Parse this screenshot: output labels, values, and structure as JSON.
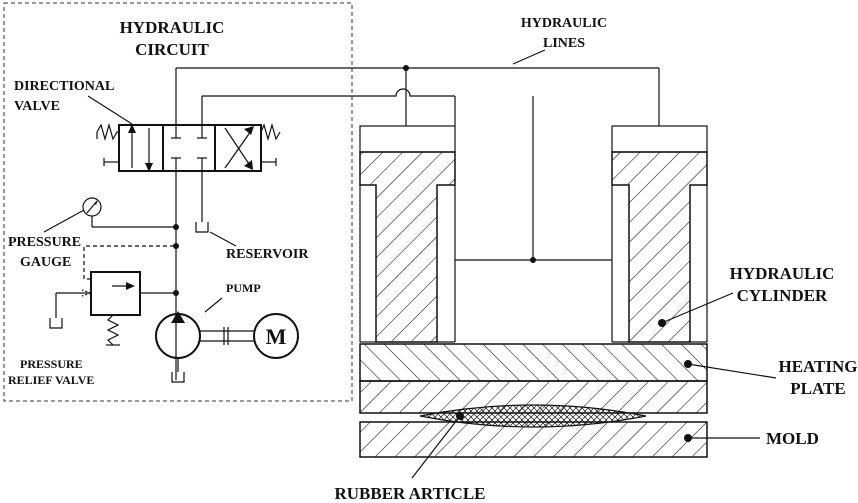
{
  "labels": {
    "hydraulic_circuit_1": "HYDRAULIC",
    "hydraulic_circuit_2": "CIRCUIT",
    "hydraulic_lines_1": "HYDRAULIC",
    "hydraulic_lines_2": "LINES",
    "directional_valve_1": "DIRECTIONAL",
    "directional_valve_2": "VALVE",
    "pressure_gauge_1": "PRESSURE",
    "pressure_gauge_2": "GAUGE",
    "reservoir": "RESERVOIR",
    "pump": "PUMP",
    "motor": "M",
    "pressure_relief_1": "PRESSURE",
    "pressure_relief_2": "RELIEF VALVE",
    "hydraulic_cylinder_1": "HYDRAULIC",
    "hydraulic_cylinder_2": "CYLINDER",
    "heating_plate_1": "HEATING",
    "heating_plate_2": "PLATE",
    "mold": "MOLD",
    "rubber_article": "RUBBER ARTICLE"
  },
  "colors": {
    "ink": "#111111",
    "background": "#ffffff"
  }
}
